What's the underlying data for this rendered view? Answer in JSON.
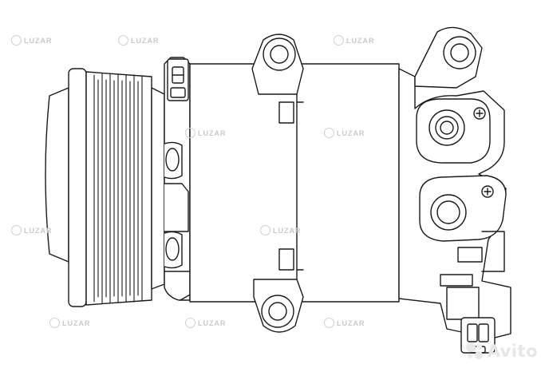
{
  "watermark": {
    "brand": "LUZAR"
  },
  "badge": {
    "text": "Avito",
    "colors": [
      "#97cf26",
      "#a169f7",
      "#0af",
      "#ff6163"
    ]
  },
  "drawing": {
    "subject": "ac-compressor",
    "stroke_color": "#1a1a1a",
    "fill_color": "#ffffff"
  }
}
